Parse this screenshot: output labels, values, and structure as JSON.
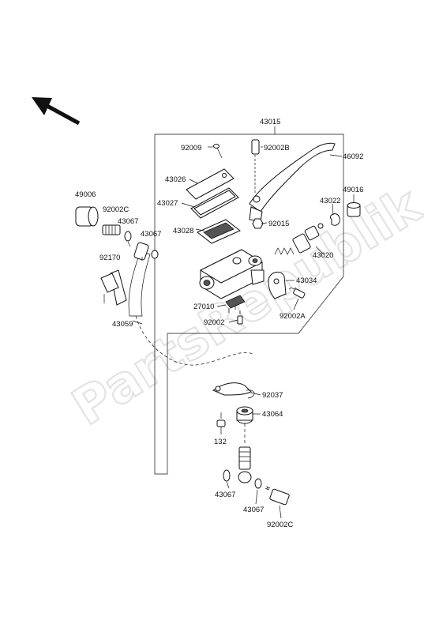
{
  "watermark": "PartsRepublik",
  "labels": {
    "p43015": "43015",
    "p92009": "92009",
    "p92002B": "92002B",
    "p46092": "46092",
    "p43026": "43026",
    "p43027": "43027",
    "p49006": "49006",
    "p92002C_top": "92002C",
    "p43067_a": "43067",
    "p43067_b": "43067",
    "p43028": "43028",
    "p92015": "92015",
    "p43022": "43022",
    "p49016": "49016",
    "p43020": "43020",
    "p92170": "92170",
    "p43034": "43034",
    "p27010": "27010",
    "p92002A": "92002A",
    "p43059": "43059",
    "p92002": "92002",
    "p92037": "92037",
    "p43064": "43064",
    "p132": "132",
    "p43067_c": "43067",
    "p43067_d": "43067",
    "p92002C_bottom": "92002C"
  },
  "icons": {
    "direction_arrow": "front-direction-arrow-icon"
  }
}
